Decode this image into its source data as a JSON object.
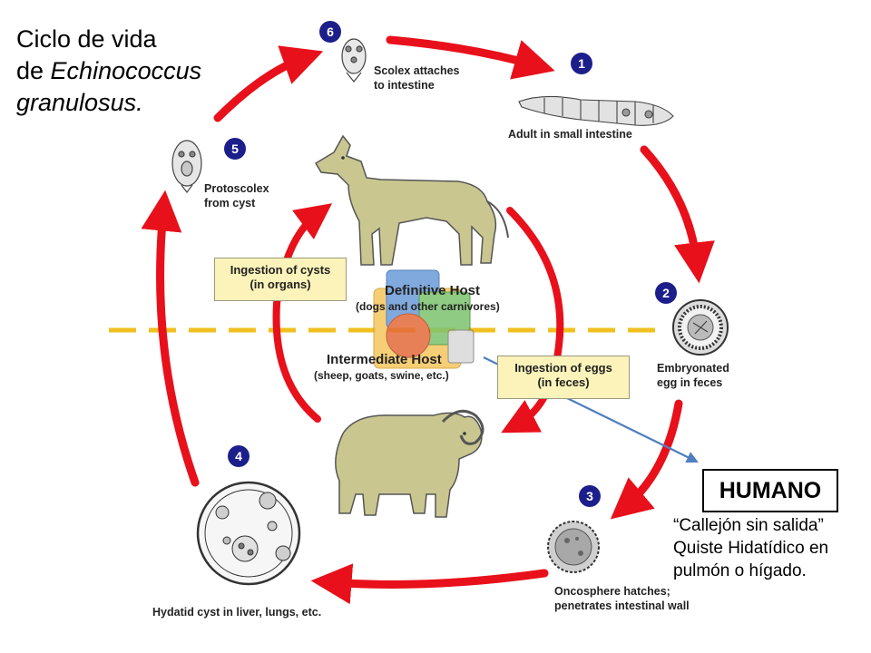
{
  "title": {
    "line1": "Ciclo de vida",
    "line2_prefix": "de ",
    "line2_italic": "Echinococcus",
    "line3": "granulosus."
  },
  "stages": [
    {
      "number": "1",
      "label_line1": "Adult in small intestine",
      "label_line2": ""
    },
    {
      "number": "2",
      "label_line1": "Embryonated",
      "label_line2": "egg in feces"
    },
    {
      "number": "3",
      "label_line1": "Oncosphere hatches;",
      "label_line2": "penetrates intestinal wall"
    },
    {
      "number": "4",
      "label_line1": "Hydatid cyst in liver, lungs, etc.",
      "label_line2": ""
    },
    {
      "number": "5",
      "label_line1": "Protoscolex",
      "label_line2": "from cyst"
    },
    {
      "number": "6",
      "label_line1": "Scolex attaches",
      "label_line2": "to intestine"
    }
  ],
  "boxes": {
    "ingestion_cysts_line1": "Ingestion of cysts",
    "ingestion_cysts_line2": "(in organs)",
    "ingestion_eggs_line1": "Ingestion of eggs",
    "ingestion_eggs_line2": "(in feces)"
  },
  "hosts": {
    "definitive_title": "Definitive Host",
    "definitive_sub": "(dogs and other carnivores)",
    "intermediate_title": "Intermediate Host",
    "intermediate_sub": "(sheep, goats, swine, etc.)"
  },
  "humano": {
    "label": "HUMANO",
    "note_line1": "“Callejón sin salida”",
    "note_line2": "Quiste Hidatídico en",
    "note_line3": "pulmón o hígado."
  },
  "colors": {
    "arrow_red": "#e8101a",
    "badge_blue": "#1c1f8a",
    "divider_yellow": "#f0c020",
    "box_fill": "#fbf3b9",
    "animal_fill": "#c9c690",
    "pointer_blue": "#4f7fbf"
  }
}
